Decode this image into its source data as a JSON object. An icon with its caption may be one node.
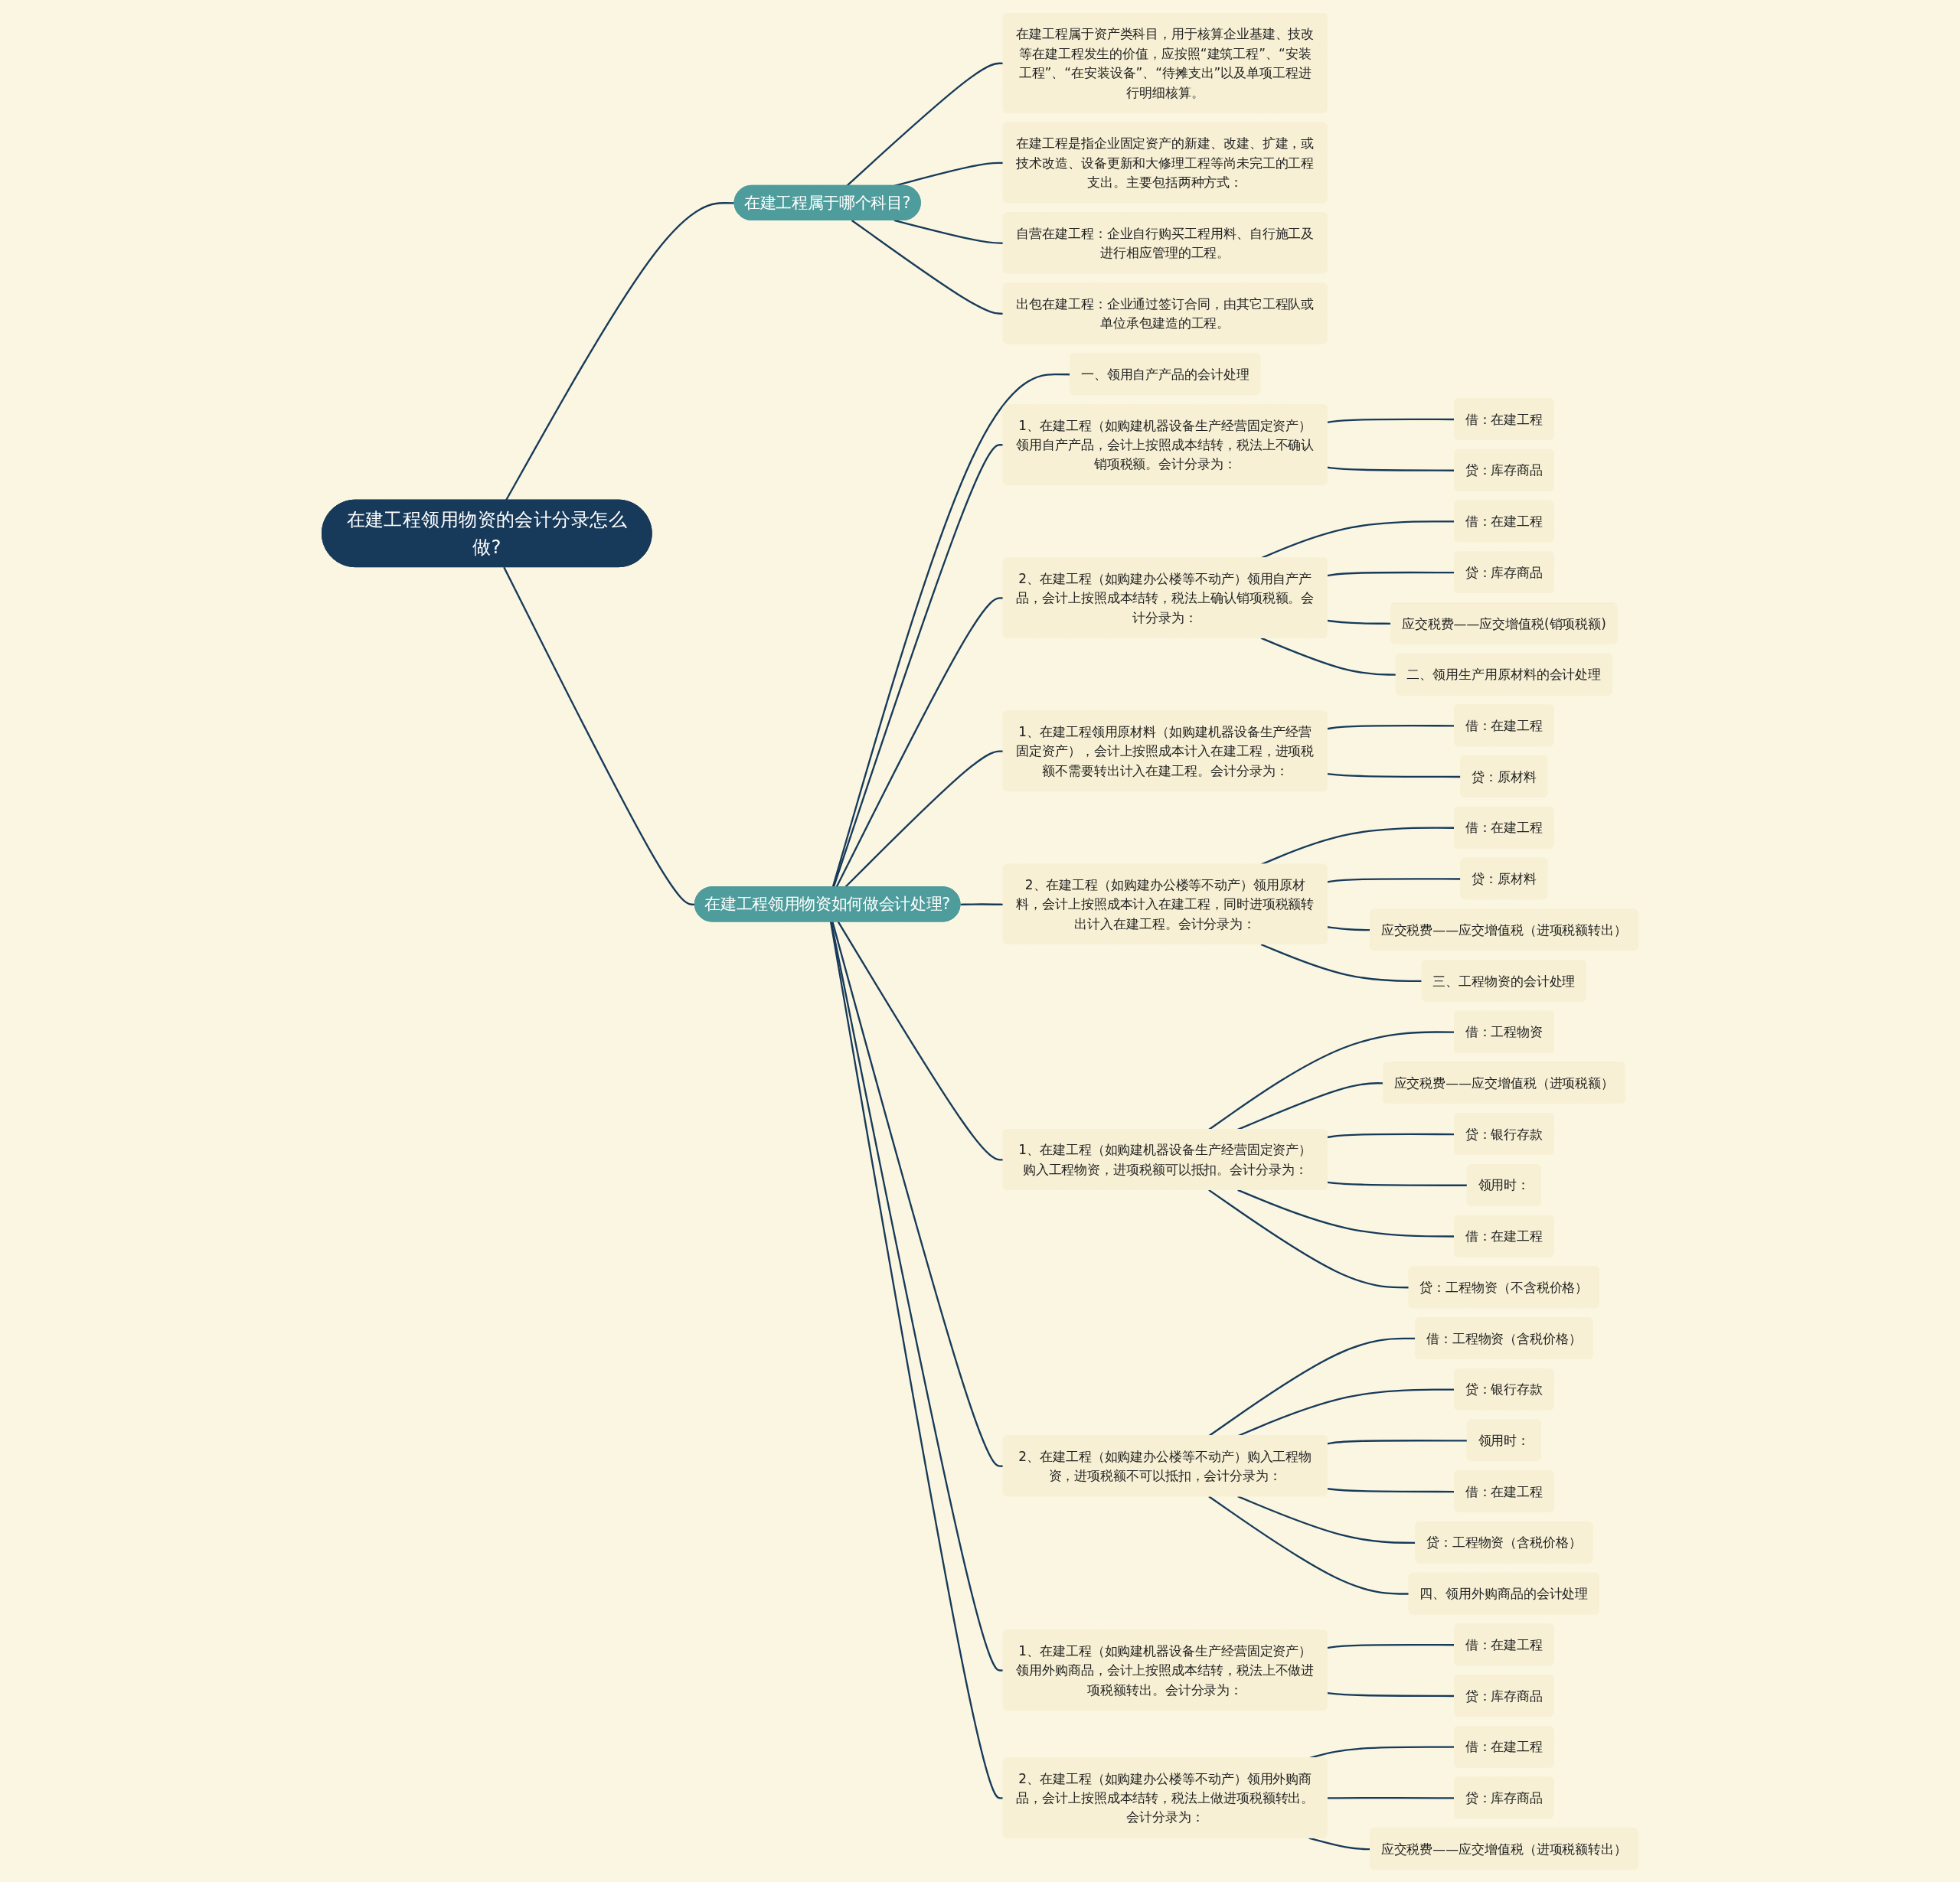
{
  "diagram": {
    "nodes": [
      {
        "text": [
          "在建工程领用物资的会计分录怎么做?"
        ]
      },
      {
        "text": [
          "在建工程属于哪个科目?"
        ]
      },
      {
        "text": [
          "在建工程属于资产类科目，用于核算企业基建、技改等在建工程发生的价值，应按照“建筑工程”、“安装工程”、“在安装设备”、“待摊支出”以及单项工程进行明细核算。"
        ]
      },
      {
        "text": [
          "在建工程是指企业固定资产的新建、改建、扩建，或技术改造、设备更新和大修理工程等尚未完工的工程支出。主要包括两种方式："
        ]
      },
      {
        "text": [
          "自营在建工程：企业自行购买工程用料、自行施工及进行相应管理的工程。"
        ]
      },
      {
        "text": [
          "出包在建工程：企业通过签订合同，由其它工程队或单位承包建造的工程。"
        ]
      },
      {
        "text": [
          "在建工程领用物资如何做会计处理?"
        ]
      },
      {
        "text": [
          "一、领用自产产品的会计处理"
        ]
      },
      {
        "text": [
          "1、在建工程（如购建机器设备生产经营固定资产）领用自产产品，会计上按照成本结转，税法上不确认销项税额。会计分录为："
        ]
      },
      {
        "text": [
          "借：在建工程"
        ]
      },
      {
        "text": [
          "贷：库存商品"
        ]
      },
      {
        "text": [
          "2、在建工程（如购建办公楼等不动产）领用自产产品，会计上按照成本结转，税法上确认销项税额。会计分录为："
        ]
      },
      {
        "text": [
          "借：在建工程"
        ]
      },
      {
        "text": [
          "贷：库存商品"
        ]
      },
      {
        "text": [
          "应交税费——应交增值税(销项税额)"
        ]
      },
      {
        "text": [
          "二、领用生产用原材料的会计处理"
        ]
      },
      {
        "text": [
          "1、在建工程领用原材料（如购建机器设备生产经营固定资产），会计上按照成本计入在建工程，进项税额不需要转出计入在建工程。会计分录为："
        ]
      },
      {
        "text": [
          "借：在建工程"
        ]
      },
      {
        "text": [
          "贷：原材料"
        ]
      },
      {
        "text": [
          "2、在建工程（如购建办公楼等不动产）领用原材料，会计上按照成本计入在建工程，同时进项税额转出计入在建工程。会计分录为："
        ]
      },
      {
        "text": [
          "借：在建工程"
        ]
      },
      {
        "text": [
          "贷：原材料"
        ]
      },
      {
        "text": [
          "应交税费——应交增值税（进项税额转出）"
        ]
      },
      {
        "text": [
          "三、工程物资的会计处理"
        ]
      },
      {
        "text": [
          "1、在建工程（如购建机器设备生产经营固定资产）购入工程物资，进项税额可以抵扣。会计分录为："
        ]
      },
      {
        "text": [
          "借：工程物资"
        ]
      },
      {
        "text": [
          "应交税费——应交增值税（进项税额）"
        ]
      },
      {
        "text": [
          "贷：银行存款"
        ]
      },
      {
        "text": [
          "领用时："
        ]
      },
      {
        "text": [
          "借：在建工程"
        ]
      },
      {
        "text": [
          "贷：工程物资（不含税价格）"
        ]
      },
      {
        "text": [
          "2、在建工程（如购建办公楼等不动产）购入工程物资，进项税额不可以抵扣，会计分录为："
        ]
      },
      {
        "text": [
          "借：工程物资（含税价格）"
        ]
      },
      {
        "text": [
          "贷：银行存款"
        ]
      },
      {
        "text": [
          "领用时："
        ]
      },
      {
        "text": [
          "借：在建工程"
        ]
      },
      {
        "text": [
          "贷：工程物资（含税价格）"
        ]
      },
      {
        "text": [
          "四、领用外购商品的会计处理"
        ]
      },
      {
        "text": [
          "1、在建工程（如购建机器设备生产经营固定资产）领用外购商品，会计上按照成本结转，税法上不做进项税额转出。会计分录为："
        ]
      },
      {
        "text": [
          "借：在建工程"
        ]
      },
      {
        "text": [
          "贷：库存商品"
        ]
      },
      {
        "text": [
          "2、在建工程（如购建办公楼等不动产）领用外购商品，会计上按照成本结转，税法上做进项税额转出。会计分录为："
        ]
      },
      {
        "text": [
          "借：在建工程"
        ]
      },
      {
        "text": [
          "贷：库存商品"
        ]
      },
      {
        "text": [
          "应交税费——应交增值税（进项税额转出）"
        ]
      }
    ],
    "edges": [
      {
        "from": 0,
        "to": 1,
        "arrow": "none"
      },
      {
        "from": 1,
        "to": 2,
        "arrow": "none"
      },
      {
        "from": 1,
        "to": 3,
        "arrow": "none"
      },
      {
        "from": 1,
        "to": 4,
        "arrow": "none"
      },
      {
        "from": 1,
        "to": 5,
        "arrow": "none"
      },
      {
        "from": 0,
        "to": 6,
        "arrow": "none"
      },
      {
        "from": 6,
        "to": 7,
        "arrow": "none"
      },
      {
        "from": 6,
        "to": 8,
        "arrow": "none"
      },
      {
        "from": 8,
        "to": 9,
        "arrow": "none"
      },
      {
        "from": 8,
        "to": 10,
        "arrow": "none"
      },
      {
        "from": 6,
        "to": 11,
        "arrow": "none"
      },
      {
        "from": 11,
        "to": 12,
        "arrow": "none"
      },
      {
        "from": 11,
        "to": 13,
        "arrow": "none"
      },
      {
        "from": 11,
        "to": 14,
        "arrow": "none"
      },
      {
        "from": 11,
        "to": 15,
        "arrow": "none"
      },
      {
        "from": 6,
        "to": 16,
        "arrow": "none"
      },
      {
        "from": 16,
        "to": 17,
        "arrow": "none"
      },
      {
        "from": 16,
        "to": 18,
        "arrow": "none"
      },
      {
        "from": 6,
        "to": 19,
        "arrow": "none"
      },
      {
        "from": 19,
        "to": 20,
        "arrow": "none"
      },
      {
        "from": 19,
        "to": 21,
        "arrow": "none"
      },
      {
        "from": 19,
        "to": 22,
        "arrow": "none"
      },
      {
        "from": 19,
        "to": 23,
        "arrow": "none"
      },
      {
        "from": 6,
        "to": 24,
        "arrow": "none"
      },
      {
        "from": 24,
        "to": 25,
        "arrow": "none"
      },
      {
        "from": 24,
        "to": 26,
        "arrow": "none"
      },
      {
        "from": 24,
        "to": 27,
        "arrow": "none"
      },
      {
        "from": 24,
        "to": 28,
        "arrow": "none"
      },
      {
        "from": 24,
        "to": 29,
        "arrow": "none"
      },
      {
        "from": 24,
        "to": 30,
        "arrow": "none"
      },
      {
        "from": 6,
        "to": 31,
        "arrow": "none"
      },
      {
        "from": 31,
        "to": 32,
        "arrow": "none"
      },
      {
        "from": 31,
        "to": 33,
        "arrow": "none"
      },
      {
        "from": 31,
        "to": 34,
        "arrow": "none"
      },
      {
        "from": 31,
        "to": 35,
        "arrow": "none"
      },
      {
        "from": 31,
        "to": 36,
        "arrow": "none"
      },
      {
        "from": 31,
        "to": 37,
        "arrow": "none"
      },
      {
        "from": 6,
        "to": 38,
        "arrow": "none"
      },
      {
        "from": 38,
        "to": 39,
        "arrow": "none"
      },
      {
        "from": 38,
        "to": 40,
        "arrow": "none"
      },
      {
        "from": 6,
        "to": 41,
        "arrow": "none"
      },
      {
        "from": 41,
        "to": 42,
        "arrow": "none"
      },
      {
        "from": 41,
        "to": 43,
        "arrow": "none"
      },
      {
        "from": 41,
        "to": 44,
        "arrow": "none"
      }
    ]
  }
}
